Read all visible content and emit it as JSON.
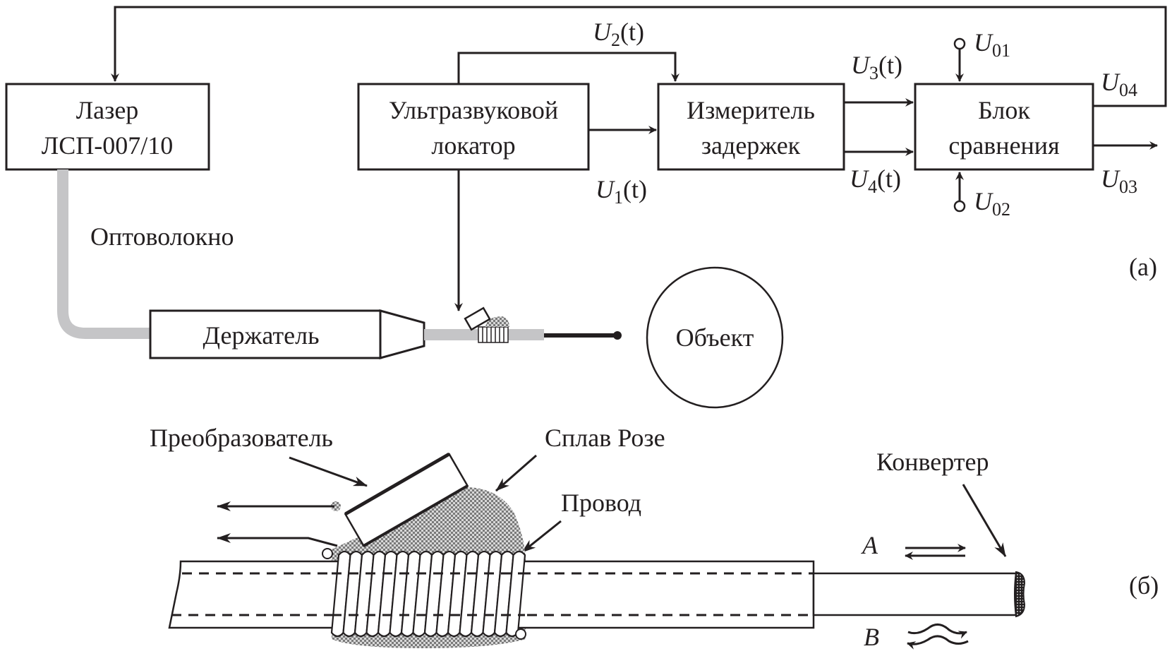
{
  "part_a": {
    "label": "(а)",
    "blocks": {
      "laser": {
        "line1": "Лазер",
        "line2": "ЛСП-007/10"
      },
      "locator": {
        "line1": "Ультразвуковой",
        "line2": "локатор"
      },
      "delay_meter": {
        "line1": "Измеритель",
        "line2": "задержек"
      },
      "comparator": {
        "line1": "Блок",
        "line2": "сравнения"
      },
      "holder": {
        "text": "Держатель"
      },
      "object": {
        "text": "Объект"
      }
    },
    "fiber_label": "Оптоволокно",
    "signals": {
      "u1": {
        "main": "U",
        "sub": "1",
        "arg": "(t)"
      },
      "u2": {
        "main": "U",
        "sub": "2",
        "arg": "(t)"
      },
      "u3": {
        "main": "U",
        "sub": "3",
        "arg": "(t)"
      },
      "u4": {
        "main": "U",
        "sub": "4",
        "arg": "(t)"
      },
      "u01": {
        "main": "U",
        "sub": "01"
      },
      "u02": {
        "main": "U",
        "sub": "02"
      },
      "u03": {
        "main": "U",
        "sub": "03"
      },
      "u04": {
        "main": "U",
        "sub": "04"
      }
    }
  },
  "part_b": {
    "label": "(б)",
    "callouts": {
      "transducer": "Преобразователь",
      "rose_alloy": "Сплав Розе",
      "wire": "Провод",
      "converter": "Конвертер"
    },
    "wave_labels": {
      "a": "A",
      "b": "B"
    }
  },
  "colors": {
    "ink": "#231f20",
    "fiber": "#c5c5c7",
    "alloy": "#9a9a9a"
  }
}
